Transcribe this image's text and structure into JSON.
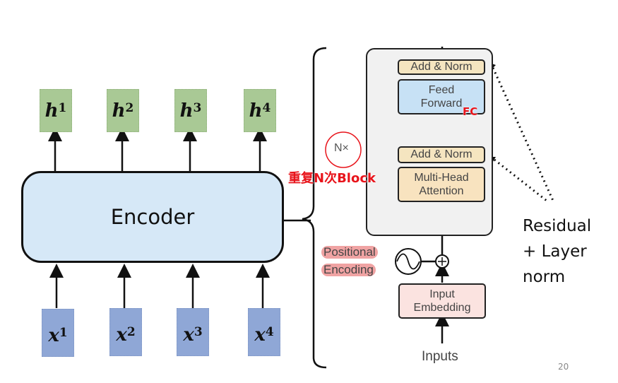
{
  "encoder": {
    "label": "Encoder",
    "outputs": [
      {
        "base": "h",
        "sup": "1"
      },
      {
        "base": "h",
        "sup": "2"
      },
      {
        "base": "h",
        "sup": "3"
      },
      {
        "base": "h",
        "sup": "4"
      }
    ],
    "inputs": [
      {
        "base": "x",
        "sup": "1"
      },
      {
        "base": "x",
        "sup": "2"
      },
      {
        "base": "x",
        "sup": "3"
      },
      {
        "base": "x",
        "sup": "4"
      }
    ]
  },
  "transformer_block": {
    "add_norm_top": "Add & Norm",
    "feed_forward_line1": "Feed",
    "feed_forward_line2": "Forward",
    "add_norm_bottom": "Add & Norm",
    "mha_line1": "Multi-Head",
    "mha_line2": "Attention",
    "repeat_label": "N×",
    "positional_encoding_line1": "Positional",
    "positional_encoding_line2": "Encoding",
    "input_embedding_line1": "Input",
    "input_embedding_line2": "Embedding",
    "inputs_label": "Inputs"
  },
  "annotations": {
    "repeat_block": "重复N次Block",
    "fc": "FC",
    "residual_line1": "Residual",
    "residual_line2": "+ Layer",
    "residual_line3": "norm"
  },
  "colors": {
    "output_box": "#a9c995",
    "input_box": "#8fa7d6",
    "encoder_fill": "#d6e8f7",
    "add_norm_fill": "#f5e5c0",
    "feed_forward_fill": "#c7e1f5",
    "mha_fill": "#f8e3bf",
    "embedding_fill": "#fbe3e0",
    "annotation_red": "#e8141b",
    "highlight_pink": "#f0a3a3"
  },
  "page_number": "20"
}
